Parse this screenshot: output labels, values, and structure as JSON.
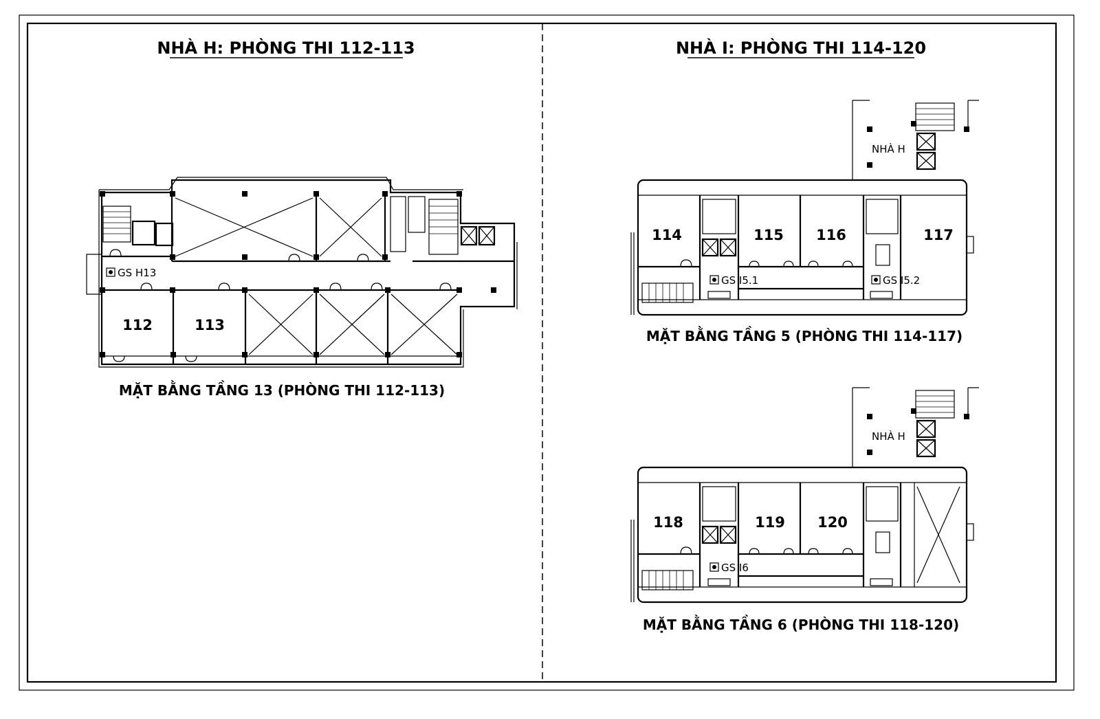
{
  "colors": {
    "ink": "#000000",
    "paper": "#ffffff"
  },
  "building_h": {
    "title": "NHÀ H: PHÒNG THI 112-113",
    "plan_caption": "MẶT BẰNG TẦNG 13 (PHÒNG THI 112-113)",
    "rooms": [
      "112",
      "113"
    ],
    "supervisor_label": "GS H13"
  },
  "building_i": {
    "title": "NHÀ I: PHÒNG THI 114-120",
    "floor5": {
      "caption": "MẶT BẰNG TẦNG 5 (PHÒNG THI 114-117)",
      "rooms": [
        "114",
        "115",
        "116",
        "117"
      ],
      "supervisor_labels": [
        "GS I5.1",
        "GS I5.2"
      ],
      "neighbor_label": "NHÀ H"
    },
    "floor6": {
      "caption": "MẶT BẰNG TẦNG 6 (PHÒNG THI 118-120)",
      "rooms": [
        "118",
        "119",
        "120"
      ],
      "supervisor_labels": [
        "GS I6"
      ],
      "neighbor_label": "NHÀ H"
    }
  },
  "icons": [
    "supervisor-marker-icon",
    "door-swing-icon",
    "stair-icon",
    "elevator-icon",
    "column-icon"
  ]
}
